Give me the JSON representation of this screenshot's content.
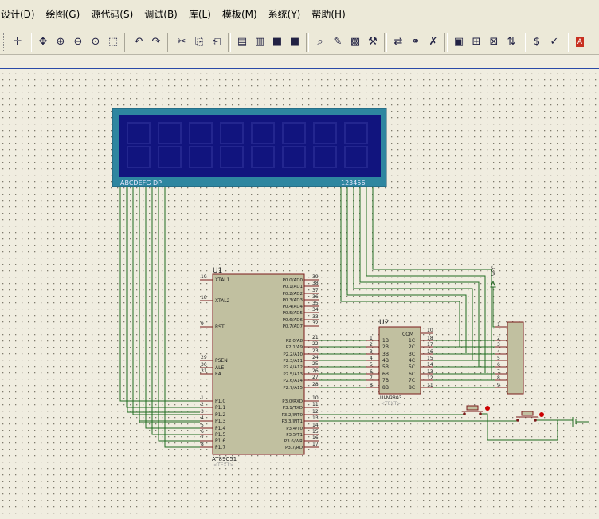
{
  "menu": [
    {
      "label": "设计(D)"
    },
    {
      "label": "绘图(G)"
    },
    {
      "label": "源代码(S)"
    },
    {
      "label": "调试(B)"
    },
    {
      "label": "库(L)"
    },
    {
      "label": "模板(M)"
    },
    {
      "label": "系统(Y)"
    },
    {
      "label": "帮助(H)"
    }
  ],
  "toolbar": [
    {
      "icon": "crosshair-icon",
      "glyph": "✛"
    },
    {
      "icon": "pan-icon",
      "glyph": "✥"
    },
    {
      "icon": "zoom-in-icon",
      "glyph": "⊕"
    },
    {
      "icon": "zoom-out-icon",
      "glyph": "⊖"
    },
    {
      "icon": "zoom-all-icon",
      "glyph": "⊙"
    },
    {
      "icon": "zoom-area-icon",
      "glyph": "⬚"
    },
    {
      "icon": "undo-icon",
      "glyph": "↶"
    },
    {
      "icon": "redo-icon",
      "glyph": "↷"
    },
    {
      "icon": "cut-icon",
      "glyph": "✂"
    },
    {
      "icon": "copy-icon",
      "glyph": "⎘"
    },
    {
      "icon": "paste-icon",
      "glyph": "⎗"
    },
    {
      "icon": "block-copy-icon",
      "glyph": "▤"
    },
    {
      "icon": "block-move-icon",
      "glyph": "▥"
    },
    {
      "icon": "block-rotate-icon",
      "glyph": "■"
    },
    {
      "icon": "block-delete-icon",
      "glyph": "■"
    },
    {
      "icon": "pick-device-icon",
      "glyph": "⌕"
    },
    {
      "icon": "make-device-icon",
      "glyph": "✎"
    },
    {
      "icon": "package-icon",
      "glyph": "▩"
    },
    {
      "icon": "decompose-icon",
      "glyph": "⚒"
    },
    {
      "icon": "wire-autorouter-icon",
      "glyph": "⇄"
    },
    {
      "icon": "search-tag-icon",
      "glyph": "⚭"
    },
    {
      "icon": "property-assign-icon",
      "glyph": "✗"
    },
    {
      "icon": "new-sheet-icon",
      "glyph": "▣"
    },
    {
      "icon": "add-sheet-icon",
      "glyph": "⊞"
    },
    {
      "icon": "remove-sheet-icon",
      "glyph": "⊠"
    },
    {
      "icon": "goto-child-icon",
      "glyph": "⇅"
    },
    {
      "icon": "bill-of-materials-icon",
      "glyph": "$"
    },
    {
      "icon": "electrical-check-icon",
      "glyph": "✓"
    },
    {
      "icon": "ares-icon",
      "glyph": "A"
    }
  ],
  "schematic": {
    "lcd": {
      "left_label": "ABCDEFG DP",
      "right_label": "123456"
    },
    "u1": {
      "ref": "U1",
      "part": "AT89C51",
      "text_tag": "<TEXT>",
      "left_pins": [
        {
          "num": "19",
          "name": "XTAL1"
        },
        {
          "num": "18",
          "name": "XTAL2"
        },
        {
          "num": "9",
          "name": "RST"
        },
        {
          "num": "29",
          "name": "PSEN"
        },
        {
          "num": "30",
          "name": "ALE"
        },
        {
          "num": "31",
          "name": "EA"
        },
        {
          "num": "1",
          "name": "P1.0"
        },
        {
          "num": "2",
          "name": "P1.1"
        },
        {
          "num": "3",
          "name": "P1.2"
        },
        {
          "num": "4",
          "name": "P1.3"
        },
        {
          "num": "5",
          "name": "P1.4"
        },
        {
          "num": "6",
          "name": "P1.5"
        },
        {
          "num": "7",
          "name": "P1.6"
        },
        {
          "num": "8",
          "name": "P1.7"
        }
      ],
      "right_pins": [
        {
          "num": "39",
          "name": "P0.0/AD0"
        },
        {
          "num": "38",
          "name": "P0.1/AD1"
        },
        {
          "num": "37",
          "name": "P0.2/AD2"
        },
        {
          "num": "36",
          "name": "P0.3/AD3"
        },
        {
          "num": "35",
          "name": "P0.4/AD4"
        },
        {
          "num": "34",
          "name": "P0.5/AD5"
        },
        {
          "num": "33",
          "name": "P0.6/AD6"
        },
        {
          "num": "32",
          "name": "P0.7/AD7"
        },
        {
          "num": "21",
          "name": "P2.0/A8"
        },
        {
          "num": "22",
          "name": "P2.1/A9"
        },
        {
          "num": "23",
          "name": "P2.2/A10"
        },
        {
          "num": "24",
          "name": "P2.3/A11"
        },
        {
          "num": "25",
          "name": "P2.4/A12"
        },
        {
          "num": "26",
          "name": "P2.5/A13"
        },
        {
          "num": "27",
          "name": "P2.6/A14"
        },
        {
          "num": "28",
          "name": "P2.7/A15"
        },
        {
          "num": "10",
          "name": "P3.0/RXD"
        },
        {
          "num": "11",
          "name": "P3.1/TXD"
        },
        {
          "num": "12",
          "name": "P3.2/INT0"
        },
        {
          "num": "13",
          "name": "P3.3/INT1"
        },
        {
          "num": "14",
          "name": "P3.4/T0"
        },
        {
          "num": "15",
          "name": "P3.5/T1"
        },
        {
          "num": "16",
          "name": "P3.6/WR"
        },
        {
          "num": "17",
          "name": "P3.7/RD"
        }
      ]
    },
    "u2": {
      "ref": "U2",
      "part": "ULN2803",
      "text_tag": "<TEXT>",
      "com_label": "COM",
      "com_pin": "10",
      "left_out": [
        "1",
        "2",
        "3",
        "4",
        "5",
        "6",
        "7",
        "8"
      ],
      "left_in": [
        "1B",
        "2B",
        "3B",
        "4B",
        "5B",
        "6B",
        "7B",
        "8B"
      ],
      "right_in": [
        "1C",
        "2C",
        "3C",
        "4C",
        "5C",
        "6C",
        "7C",
        "8C"
      ],
      "right_out": [
        "18",
        "17",
        "16",
        "15",
        "14",
        "13",
        "12",
        "11"
      ]
    },
    "connector": {
      "pins": [
        "1",
        "2",
        "3",
        "4",
        "5",
        "6",
        "7",
        "8",
        "9"
      ],
      "vcc_label": "VCC"
    }
  }
}
